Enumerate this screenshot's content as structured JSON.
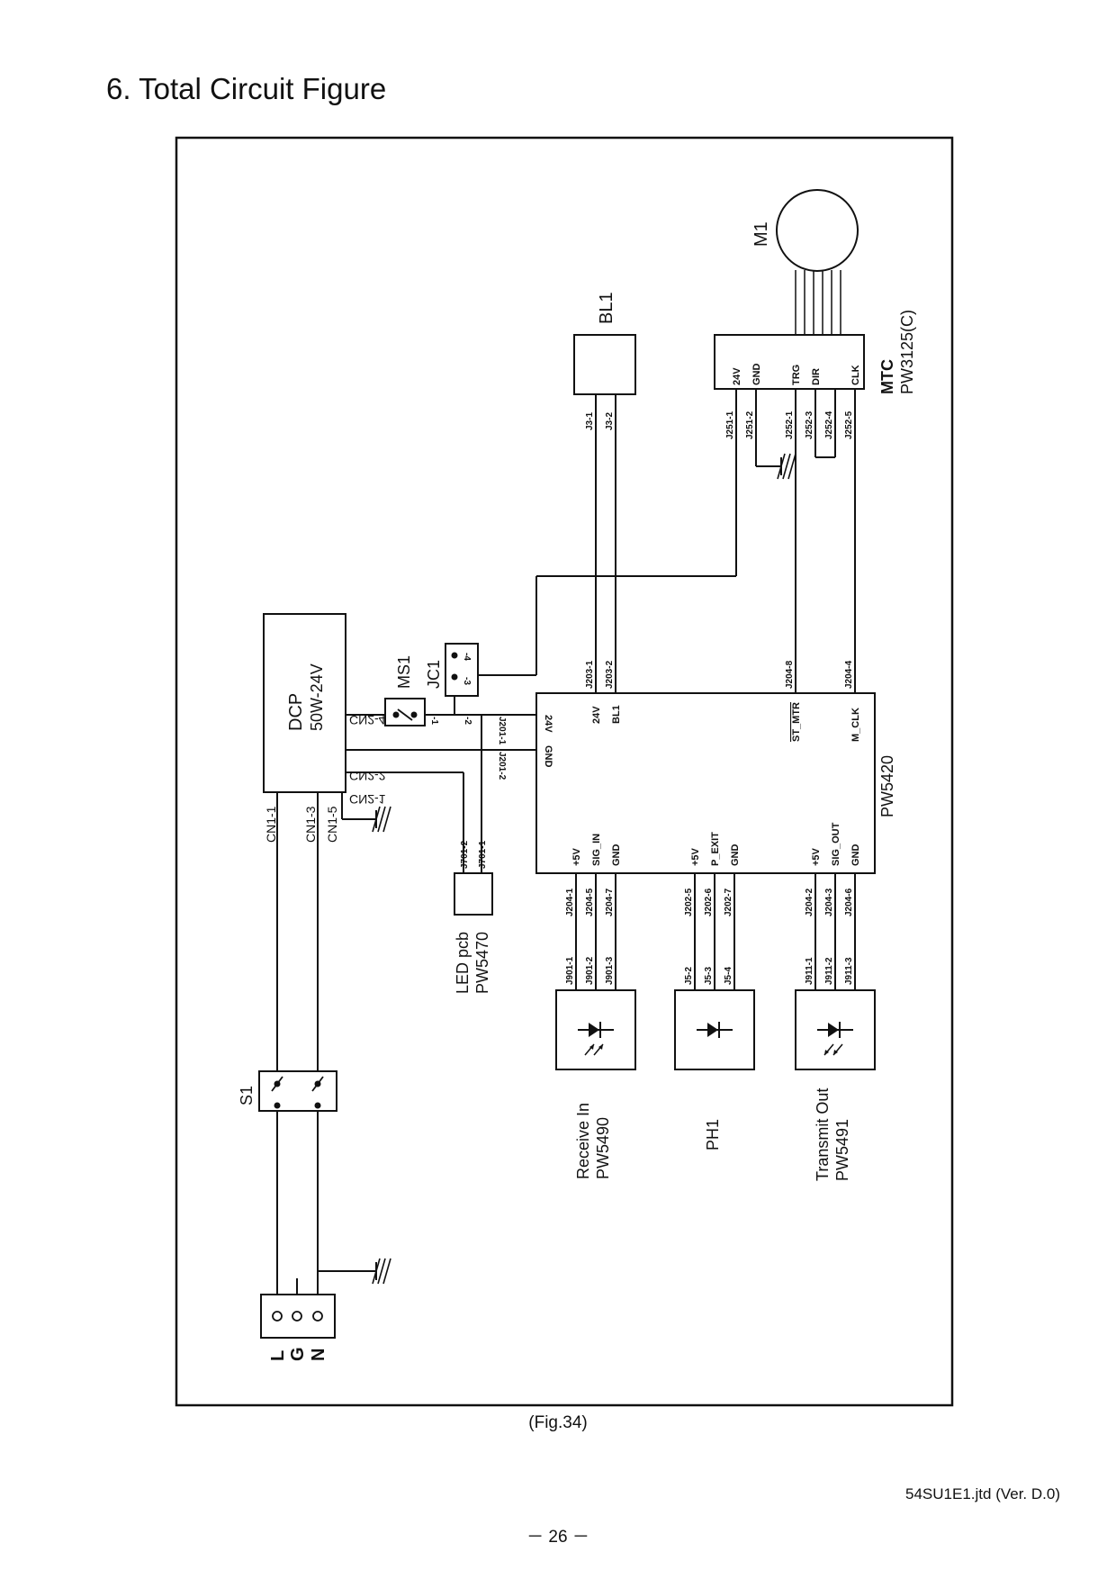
{
  "page": {
    "title": "6. Total Circuit Figure",
    "caption": "(Fig.34)",
    "doc_id": "54SU1E1.jtd (Ver. D.0)",
    "page_number": "－ 26 －"
  },
  "diagram": {
    "dcp": {
      "name": "DCP",
      "rating": "50W-24V",
      "cn1_1": "CN1-1",
      "cn1_3": "CN1-3",
      "cn1_5": "CN1-5",
      "cn2_4": "CN2-4",
      "cn2_2": "CN2-2",
      "cn2_1": "CN2-1"
    },
    "ms1": {
      "name": "MS1",
      "p1": "-1",
      "p2": "-2"
    },
    "jc1": {
      "name": "JC1",
      "p3": "-3",
      "p4": "-4"
    },
    "led": {
      "name": "LED pcb",
      "model": "PW5470",
      "j701_2": "J701-2",
      "j701_1": "J701-1"
    },
    "s1": {
      "name": "S1"
    },
    "power": {
      "l": "L",
      "g": "G",
      "n": "N"
    },
    "main": {
      "name": "PW5420",
      "j201_1": "J201-1",
      "j201_2": "J201-2",
      "p24v_left": "24V",
      "gnd_left": "GND",
      "p24v": "24V",
      "bl1": "BL1",
      "st_mtr": "ST_MTR",
      "m_clk": "M_CLK",
      "j203_1": "J203-1",
      "j203_2": "J203-2",
      "j204_8": "J204-8",
      "j204_4": "J204-4",
      "recv_sigs": [
        "+5V",
        "SIG_IN",
        "GND"
      ],
      "pe_sigs": [
        "+5V",
        "P_EXIT",
        "GND"
      ],
      "tx_sigs": [
        "+5V",
        "SIG_OUT",
        "GND"
      ],
      "recv_pins": [
        "J204-1",
        "J204-5",
        "J204-7"
      ],
      "pe_pins": [
        "J202-5",
        "J202-6",
        "J202-7"
      ],
      "tx_pins": [
        "J204-2",
        "J204-3",
        "J204-6"
      ]
    },
    "bl1": {
      "name": "BL1",
      "j3_1": "J3-1",
      "j3_2": "J3-2"
    },
    "m1": {
      "name": "M1"
    },
    "mtc": {
      "name": "MTC",
      "model": "PW3125(C)",
      "sigs": [
        "24V",
        "GND",
        "TRG",
        "DIR",
        "CLK"
      ],
      "pins": [
        "J251-1",
        "J251-2",
        "J252-1",
        "J252-3",
        "J252-4",
        "J252-5"
      ]
    },
    "receive": {
      "name": "Receive In",
      "model": "PW5490",
      "pins": [
        "J901-1",
        "J901-2",
        "J901-3"
      ]
    },
    "ph1": {
      "name": "PH1",
      "pins": [
        "J5-2",
        "J5-3",
        "J5-4"
      ]
    },
    "transmit": {
      "name": "Transmit Out",
      "model": "PW5491",
      "pins": [
        "J911-1",
        "J911-2",
        "J911-3"
      ]
    }
  }
}
